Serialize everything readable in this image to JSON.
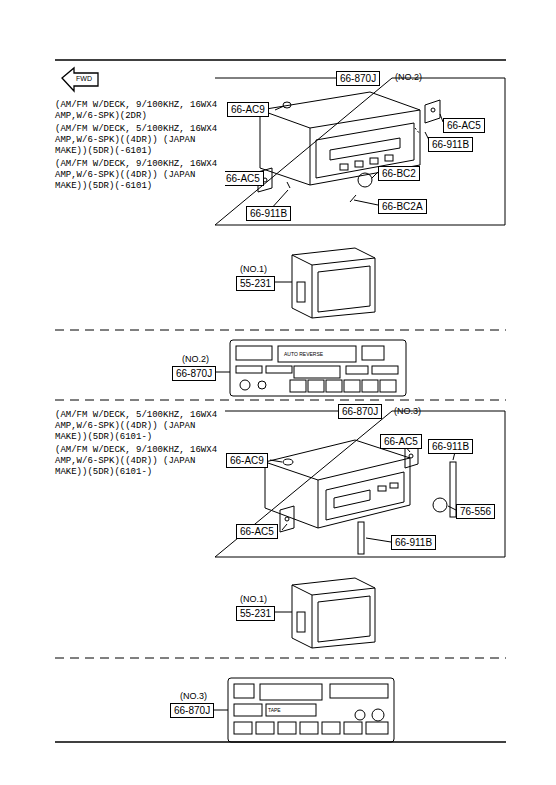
{
  "diagram": {
    "nodes": [
      {
        "text": [
          "66-870J"
        ]
      },
      {
        "text": [
          "66-AC9"
        ]
      },
      {
        "text": [
          "66-AC5"
        ]
      },
      {
        "text": [
          "66-911B"
        ]
      },
      {
        "text": [
          "66-BC2"
        ]
      },
      {
        "text": [
          "66-BC2A"
        ]
      },
      {
        "text": [
          "66-AC5"
        ]
      },
      {
        "text": [
          "66-911B"
        ]
      },
      {
        "text": [
          "55-231"
        ]
      },
      {
        "text": [
          "66-870J"
        ]
      },
      {
        "text": [
          "66-870J"
        ]
      },
      {
        "text": [
          "66-AC9"
        ]
      },
      {
        "text": [
          "66-AC5"
        ]
      },
      {
        "text": [
          "66-911B"
        ]
      },
      {
        "text": [
          "76-556"
        ]
      },
      {
        "text": [
          "66-AC5"
        ]
      },
      {
        "text": [
          "66-911B"
        ]
      },
      {
        "text": [
          "55-231"
        ]
      },
      {
        "text": [
          "66-870J"
        ]
      }
    ],
    "labels": [
      "FWD",
      "(AM/FM W/DECK, 9/100KHZ, 16WX4 AMP,W/6-SPK)(2DR)",
      "(AM/FM W/DECK, 5/100KHZ, 16WX4 AMP,W/6-SPK)((4DR)) (JAPAN MAKE))(5DR)(-6101)",
      "(AM/FM W/DECK, 9/100KHZ, 16WX4 AMP,W/6-SPK)((4DR)) (JAPAN MAKE))(5DR)(-6101)",
      "(NO.2)",
      "(NO.1)",
      "(NO.2)",
      "AUTO REVERSE",
      "(AM/FM W/DECK, 5/100KHZ, 16WX4 AMP,W/6-SPK)((4DR)) (JAPAN MAKE))(5DR)(6101-)",
      "(AM/FM W/DECK, 9/100KHZ, 16WX4 AMP,W/6-SPK)((4DR)) (JAPAN MAKE))(5DR)(6101-)",
      "(NO.3)",
      "(NO.1)",
      "(NO.3)",
      "TAPE"
    ]
  }
}
